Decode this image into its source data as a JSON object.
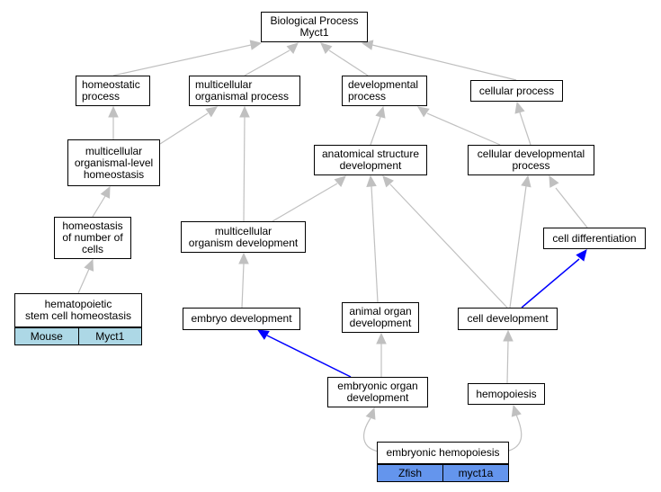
{
  "diagram": {
    "nodes": {
      "root": "Biological Process\nMyct1",
      "homeostatic": "homeostatic\nprocess",
      "multicell_proc": "multicellular\norganismal process",
      "developmental": "developmental\nprocess",
      "cellular": "cellular process",
      "mc_homeostasis": "multicellular\norganismal-level\nhomeostasis",
      "anatomical": "anatomical structure\ndevelopment",
      "cell_dev_proc": "cellular developmental\nprocess",
      "homeostasis_cells": "homeostasis\nof number of\ncells",
      "mc_org_dev": "multicellular\norganism development",
      "cell_diff": "cell differentiation",
      "hsc_homeostasis": "hematopoietic\nstem cell homeostasis",
      "embryo_dev": "embryo development",
      "animal_organ": "animal organ\ndevelopment",
      "cell_development": "cell development",
      "embryonic_organ": "embryonic organ\ndevelopment",
      "hemopoiesis": "hemopoiesis",
      "embryonic_hemo": "embryonic hemopoiesis"
    },
    "tags": {
      "hsc": {
        "species": "Mouse",
        "gene": "Myct1",
        "color": "#add8e6"
      },
      "hemo": {
        "species": "Zfish",
        "gene": "myct1a",
        "color": "#6495ed"
      }
    },
    "edge_colors": {
      "gray": "#c0c0c0",
      "blue": "#0000ff"
    }
  }
}
